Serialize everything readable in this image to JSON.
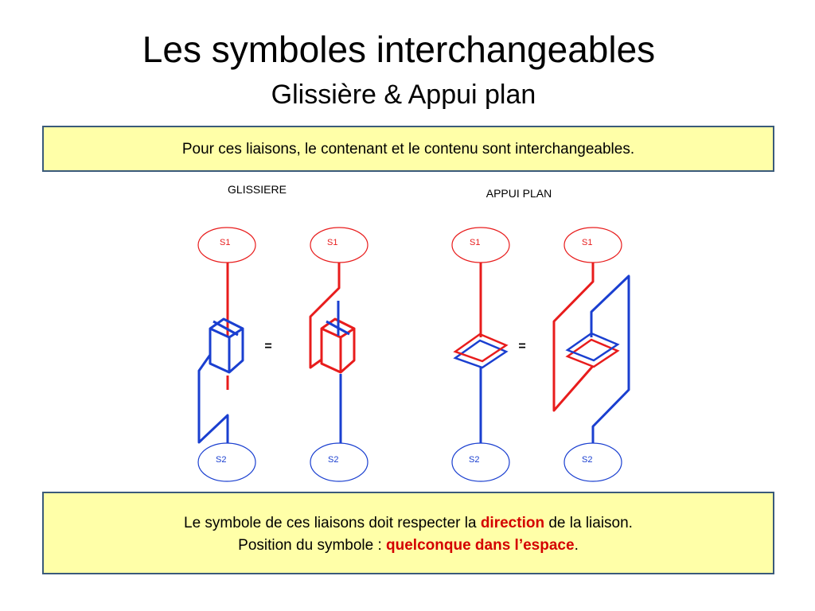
{
  "title": "Les symboles interchangeables",
  "subtitle": "Glissière & Appui plan",
  "top_note": "Pour ces liaisons, le contenant et le contenu sont interchangeables.",
  "labels": {
    "glissiere": "GLISSIERE",
    "appui_plan": "APPUI PLAN",
    "equals": "="
  },
  "nodes": {
    "s1": "S1",
    "s2": "S2"
  },
  "bottom_note": {
    "line1_before": "Le symbole de ces liaisons doit respecter la ",
    "line1_em": "direction",
    "line1_after": " de la liaison.",
    "line2_before": "Position du symbole : ",
    "line2_em": "quelconque dans l’espace",
    "line2_after": "."
  },
  "colors": {
    "s1": "#e81c1c",
    "s2": "#1a3fd0",
    "box_fill": "#ffffa8",
    "box_border": "#3a5a7a",
    "emphasis": "#d40000"
  }
}
